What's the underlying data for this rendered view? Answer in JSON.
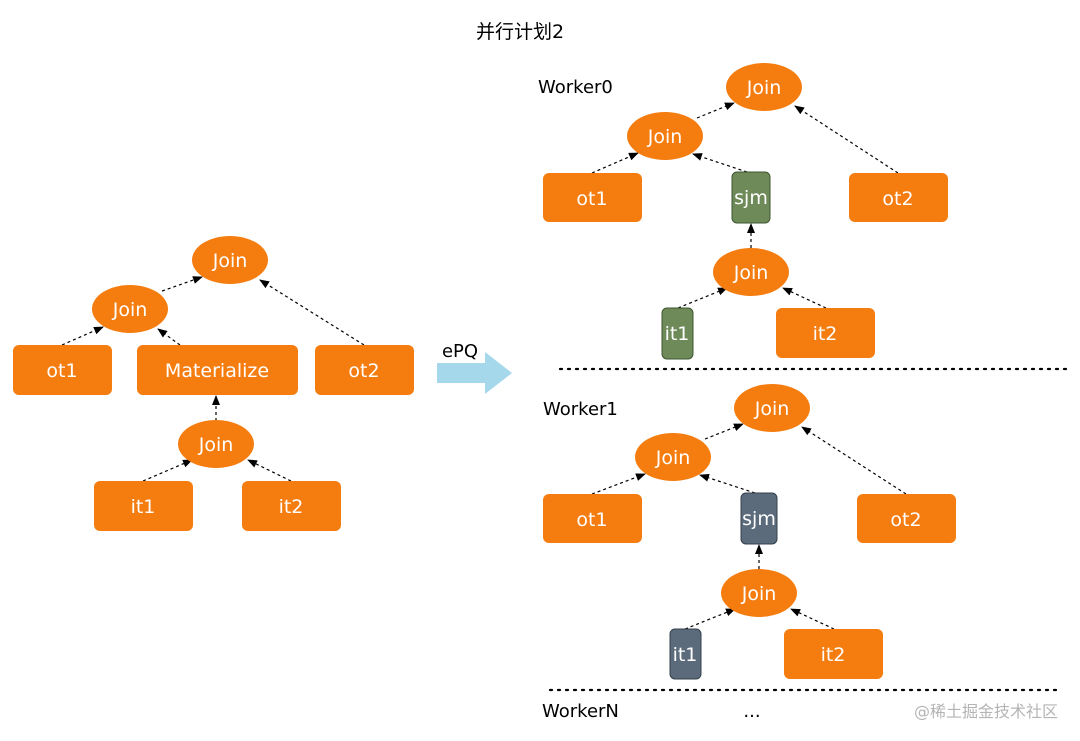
{
  "title": "并行计划2",
  "colors": {
    "node_orange": "#f57c0f",
    "sjm_green": "#6d8a58",
    "sjm_slate": "#5b6b7b",
    "arrow_blue": "#a6d8ec",
    "text_white": "#ffffff"
  },
  "arrow_label": "ePQ",
  "original_plan": {
    "join_top": "Join",
    "join_left": "Join",
    "ot1": "ot1",
    "materialize": "Materialize",
    "ot2": "ot2",
    "join_inner": "Join",
    "it1": "it1",
    "it2": "it2"
  },
  "worker0": {
    "label": "Worker0",
    "join_top": "Join",
    "join_left": "Join",
    "ot1": "ot1",
    "sjm": "sjm",
    "ot2": "ot2",
    "join_inner": "Join",
    "it1": "it1",
    "it2": "it2"
  },
  "worker1": {
    "label": "Worker1",
    "join_top": "Join",
    "join_left": "Join",
    "ot1": "ot1",
    "sjm": "sjm",
    "ot2": "ot2",
    "join_inner": "Join",
    "it1": "it1",
    "it2": "it2"
  },
  "workerN": {
    "label": "WorkerN",
    "ellipsis": "..."
  },
  "watermark": "@稀土掘金技术社区"
}
